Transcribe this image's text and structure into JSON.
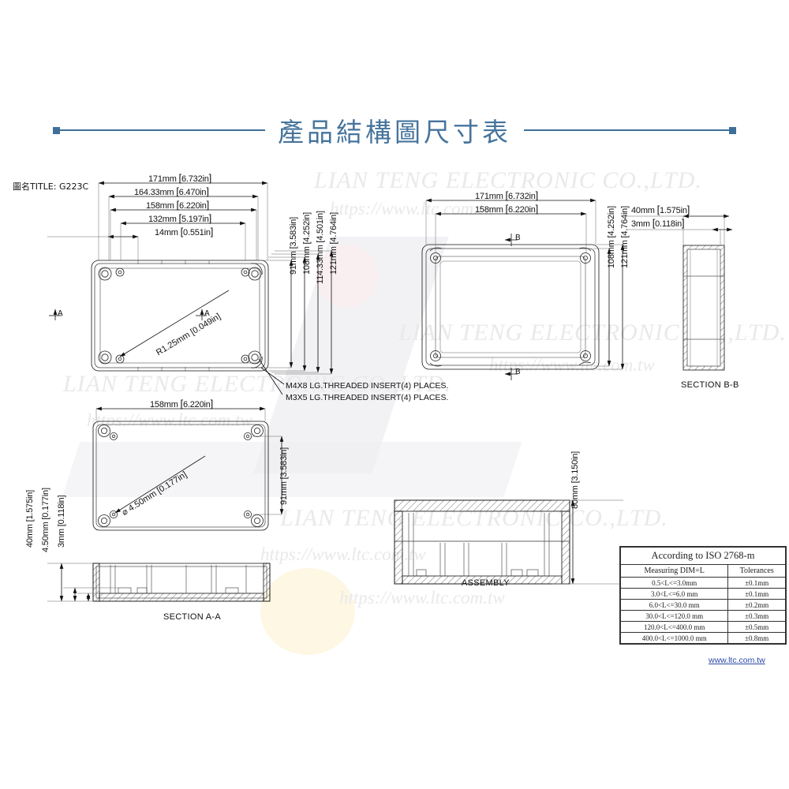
{
  "page": {
    "title_banner": "產品結構圖尺寸表",
    "drawing_title_label": "圖名TITLE: G223C",
    "footer_url": "www.ltc.com.tw",
    "accent_color": "#46749c"
  },
  "watermarks": {
    "brand": "LIAN TENG ELECTRONIC CO.,LTD.",
    "url": "https://www.ltc.com.tw"
  },
  "views": {
    "top_view": {
      "name": "top-plan-view",
      "h_dims": [
        {
          "mm": "171mm",
          "in": "6.732in"
        },
        {
          "mm": "164.33mm",
          "in": "6.470in"
        },
        {
          "mm": "158mm",
          "in": "6.220in"
        },
        {
          "mm": "132mm",
          "in": "5.197in"
        },
        {
          "mm": "14mm",
          "in": "0.551in"
        }
      ],
      "v_dims": [
        {
          "mm": "91mm",
          "in": "3.583in"
        },
        {
          "mm": "108mm",
          "in": "4.252in"
        },
        {
          "mm": "114.33mm",
          "in": "4.501in"
        },
        {
          "mm": "121mm",
          "in": "4.764in"
        }
      ],
      "radius_note": "R1.25mm [0.049in]",
      "section_marks": [
        "A",
        "A"
      ],
      "notes": [
        "M4X8 LG.THREADED INSERT(4) PLACES.",
        "M3X5 LG.THREADED INSERT(4) PLACES."
      ]
    },
    "lid_view": {
      "name": "lid-plan-view",
      "h_dims": [
        {
          "mm": "171mm",
          "in": "6.732in"
        },
        {
          "mm": "158mm",
          "in": "6.220in"
        }
      ],
      "v_dims": [
        {
          "mm": "108mm",
          "in": "4.252in"
        },
        {
          "mm": "121mm",
          "in": "4.764in"
        }
      ],
      "section_marks": [
        "B",
        "B"
      ]
    },
    "section_bb": {
      "name": "section-b-b",
      "label": "SECTION B-B",
      "h_dims": [
        {
          "mm": "40mm",
          "in": "1.575in"
        },
        {
          "mm": "3mm",
          "in": "0.118in"
        }
      ]
    },
    "base_view": {
      "name": "base-plan-view",
      "h_dims": [
        {
          "mm": "158mm",
          "in": "6.220in"
        }
      ],
      "v_dims": [
        {
          "mm": "91mm",
          "in": "3.583in"
        }
      ],
      "diameter_note": "⌀ 4.50mm [0.177in]"
    },
    "section_aa": {
      "name": "section-a-a",
      "label": "SECTION A-A",
      "v_dims": [
        {
          "mm": "40mm",
          "in": "1.575in"
        },
        {
          "mm": "4.50mm",
          "in": "0.177in"
        },
        {
          "mm": "3mm",
          "in": "0.118in"
        }
      ]
    },
    "assembly": {
      "name": "assembly-view",
      "label": "ASSEMBLY",
      "v_dims": [
        {
          "mm": "80mm",
          "in": "3.150in"
        }
      ]
    }
  },
  "tolerance_table": {
    "title": "According to ISO 2768-m",
    "headers": [
      "Measuring  DIM=L",
      "Tolerances"
    ],
    "rows": [
      [
        "0.5<L<=3.0mm",
        "±0.1mm"
      ],
      [
        "3.0<L<=6.0 mm",
        "±0.1mm"
      ],
      [
        "6.0<L<=30.0 mm",
        "±0.2mm"
      ],
      [
        "30.0<L<=120.0 mm",
        "±0.3mm"
      ],
      [
        "120.0<L<=400.0 mm",
        "±0.5mm"
      ],
      [
        "400.0<L<=1000.0 mm",
        "±0.8mm"
      ]
    ]
  }
}
